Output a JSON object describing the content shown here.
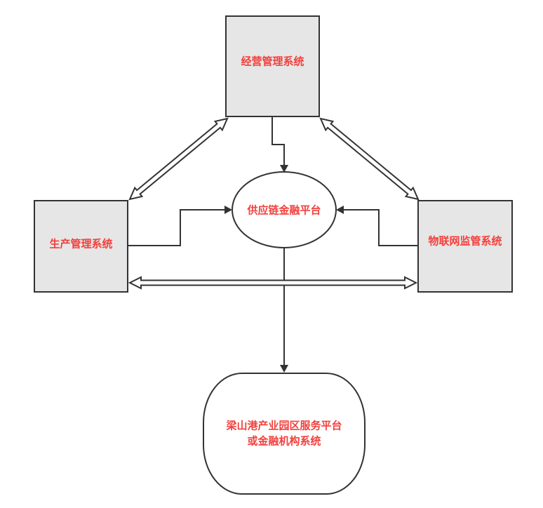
{
  "nodes": {
    "business_management": "经营管理系统",
    "production_management": "生产管理系统",
    "iot_monitoring": "物联网监管系统",
    "supply_chain_platform": "供应链金融平台",
    "park_platform_line1": "梁山港产业园区服务平台",
    "park_platform_line2": "或金融机构系统"
  },
  "colors": {
    "label_text": "#f2403c",
    "box_fill": "#e6e6e6",
    "border": "#333333"
  }
}
